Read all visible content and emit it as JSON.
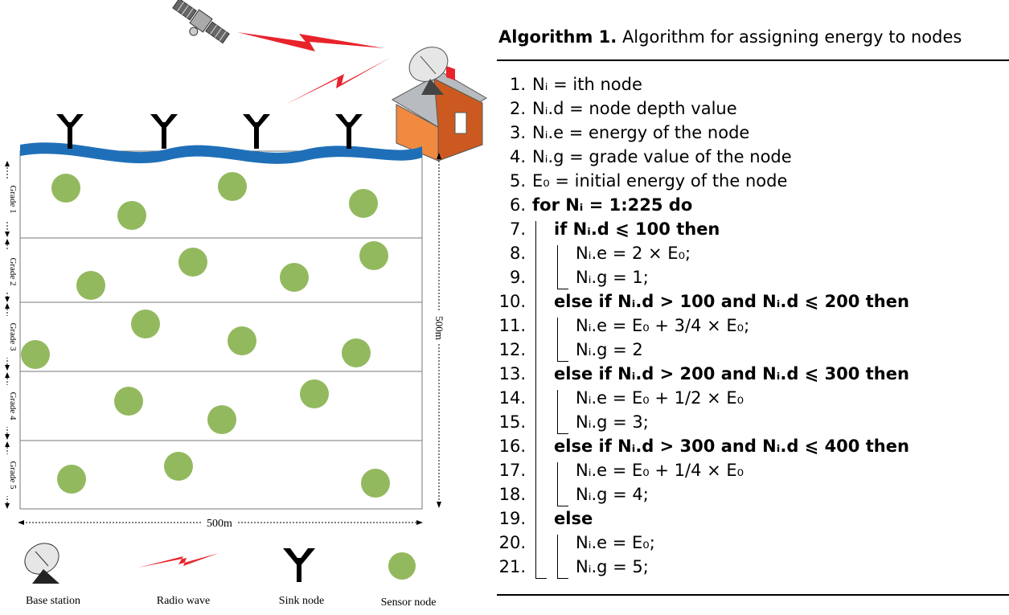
{
  "figure": {
    "grades": [
      "Grade 1",
      "Grade 2",
      "Grade 3",
      "Grade 4",
      "Grade 5"
    ],
    "width_label": "500m",
    "depth_label": "500m",
    "legend": [
      {
        "label": "Base station",
        "icon": "satellite-dish-icon"
      },
      {
        "label": "Radio wave",
        "icon": "radio-wave-icon"
      },
      {
        "label": "Sink node",
        "icon": "antenna-icon"
      },
      {
        "label": "Sensor node",
        "icon": "green-circle-icon"
      }
    ],
    "colors": {
      "water": "#1f6fb8",
      "sensor": "#93b95f",
      "house_wall": "#e8823c",
      "roof": "#9aa0a6",
      "radio": "#e8232b"
    }
  },
  "algorithm": {
    "label": "Algorithm 1.",
    "title": "Algorithm for assigning energy to nodes",
    "lines": [
      {
        "n": "1.",
        "text": "Nᵢ = ith node"
      },
      {
        "n": "2.",
        "text": "Nᵢ.d = node depth value"
      },
      {
        "n": "3.",
        "text": "Nᵢ.e = energy of the node"
      },
      {
        "n": "4.",
        "text": "Nᵢ.g = grade value of the node"
      },
      {
        "n": "5.",
        "text": "E₀ = initial energy of the node"
      },
      {
        "n": "6.",
        "text": "for Nᵢ = 1:225 do"
      },
      {
        "n": "7.",
        "text": "if Nᵢ.d ⩽ 100 then"
      },
      {
        "n": "8.",
        "text": "Nᵢ.e = 2 × E₀;"
      },
      {
        "n": "9.",
        "text": "Nᵢ.g = 1;"
      },
      {
        "n": "10.",
        "text": "else if Nᵢ.d > 100 and Nᵢ.d ⩽ 200 then"
      },
      {
        "n": "11.",
        "text": "Nᵢ.e = E₀ + 3/4 × E₀;"
      },
      {
        "n": "12.",
        "text": "Nᵢ.g = 2"
      },
      {
        "n": "13.",
        "text": "else if Nᵢ.d > 200 and Nᵢ.d ⩽ 300 then"
      },
      {
        "n": "14.",
        "text": "Nᵢ.e = E₀ + 1/2 × E₀"
      },
      {
        "n": "15.",
        "text": "Nᵢ.g = 3;"
      },
      {
        "n": "16.",
        "text": "else if Nᵢ.d > 300 and Nᵢ.d ⩽ 400 then"
      },
      {
        "n": "17.",
        "text": "Nᵢ.e = E₀ + 1/4 × E₀"
      },
      {
        "n": "18.",
        "text": "Nᵢ.g = 4;"
      },
      {
        "n": "19.",
        "text": "else"
      },
      {
        "n": "20.",
        "text": "Nᵢ.e = E₀;"
      },
      {
        "n": "21.",
        "text": "Nᵢ.g = 5;"
      }
    ]
  }
}
